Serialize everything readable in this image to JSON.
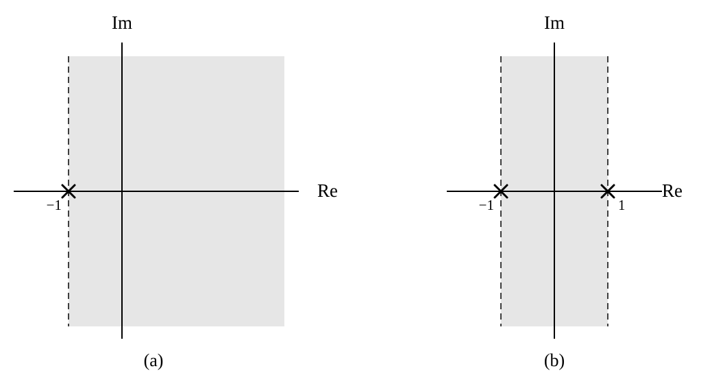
{
  "colors": {
    "roc_fill": "#e6e6e6",
    "ink": "#000000"
  },
  "panels": [
    {
      "caption": "(a)",
      "axis_labels": {
        "imaginary": "Im",
        "real": "Re"
      },
      "poles": [
        {
          "value": -1,
          "label": "−1"
        }
      ],
      "roc": {
        "from": -1,
        "to": "open-right"
      }
    },
    {
      "caption": "(b)",
      "axis_labels": {
        "imaginary": "Im",
        "real": "Re"
      },
      "poles": [
        {
          "value": -1,
          "label": "−1"
        },
        {
          "value": 1,
          "label": "1"
        }
      ],
      "roc": {
        "from": -1,
        "to": 1
      }
    }
  ]
}
